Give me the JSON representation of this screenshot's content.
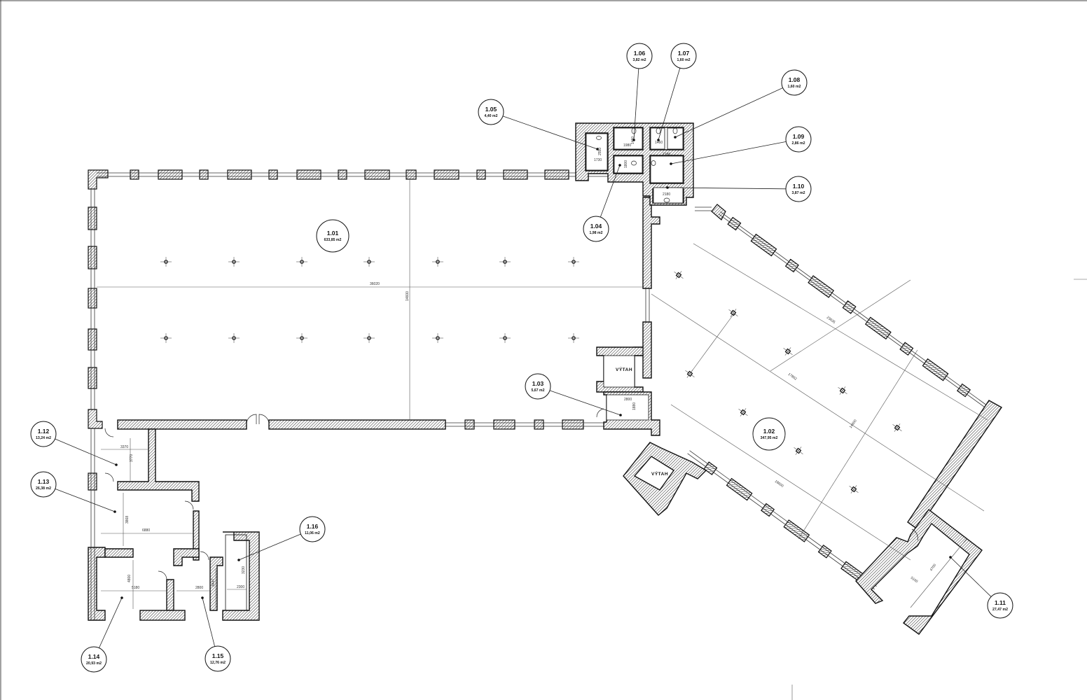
{
  "rooms": [
    {
      "id": "1.01",
      "area": "633,85 m2"
    },
    {
      "id": "1.02",
      "area": "347,95 m2"
    },
    {
      "id": "1.03",
      "area": "5,67 m2"
    },
    {
      "id": "1.04",
      "area": "1,98 m2"
    },
    {
      "id": "1.05",
      "area": "4,40 m2"
    },
    {
      "id": "1.06",
      "area": "3,82 m2"
    },
    {
      "id": "1.07",
      "area": "1,60 m2"
    },
    {
      "id": "1.08",
      "area": "1,60 m2"
    },
    {
      "id": "1.09",
      "area": "2,86 m2"
    },
    {
      "id": "1.10",
      "area": "3,87 m2"
    },
    {
      "id": "1.11",
      "area": "27,47 m2"
    },
    {
      "id": "1.12",
      "area": "13,24 m2"
    },
    {
      "id": "1.13",
      "area": "26,38 m2"
    },
    {
      "id": "1.14",
      "area": "20,93 m2"
    },
    {
      "id": "1.15",
      "area": "12,76 m2"
    },
    {
      "id": "1.16",
      "area": "11,06 m2"
    }
  ],
  "elevator_label": "VÝTAH",
  "dimensions": {
    "hall_width": "36020",
    "hall_depth": "14600",
    "wing_length_top": "23635",
    "wing_length_mid": "17862",
    "wing_length_bottom": "18600",
    "wing_depth": "14600",
    "room_1_12_w": "3370",
    "room_1_12_d": "3770",
    "room_1_13_w": "6880",
    "room_1_13_d": "3868",
    "room_1_14_w": "5180",
    "room_1_14_d": "4800",
    "room_1_15_w": "2800",
    "room_1_15_d": "3447",
    "room_1_16_w": "2300",
    "room_1_16_d": "3230",
    "room_1_03_w": "2800",
    "room_1_03_d": "1880",
    "room_1_11_w": "5100",
    "room_1_11_d": "4700",
    "wc_1_05_a": "2550",
    "wc_1_05_b": "1730",
    "wc_1_06_a": "1460",
    "wc_1_06_b": "1980",
    "wc_1_04": "1800",
    "wc_1_07": "1460",
    "wc_1_09": "2180",
    "wc_1_10": "2180"
  }
}
